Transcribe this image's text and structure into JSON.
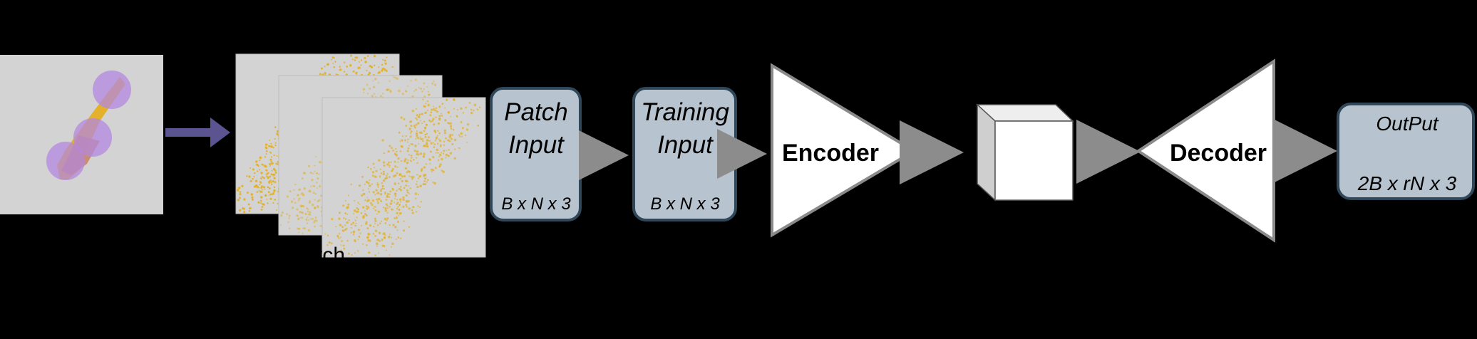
{
  "diagram": {
    "patch_input": {
      "title_line1": "Patch",
      "title_line2": "Input",
      "dims": "B x N x 3"
    },
    "training_input": {
      "title_line1": "Training",
      "title_line2": "Input",
      "dims": "B x N x 3"
    },
    "encoder": {
      "label": "Encoder"
    },
    "decoder": {
      "label": "Decoder"
    },
    "output": {
      "title": "OutPut",
      "dims": "2B x rN x 3"
    },
    "partial_caption": "tch"
  },
  "colors": {
    "background": "#000000",
    "panel_gray": "#d3d3d3",
    "box_fill": "#b7c4d0",
    "box_stroke": "#2f4758",
    "arrow_gray": "#8c8c8c",
    "arrow_purple": "#5a5490",
    "points_yellow": "#e3b12a",
    "sphere_purple": "#b388e0"
  }
}
